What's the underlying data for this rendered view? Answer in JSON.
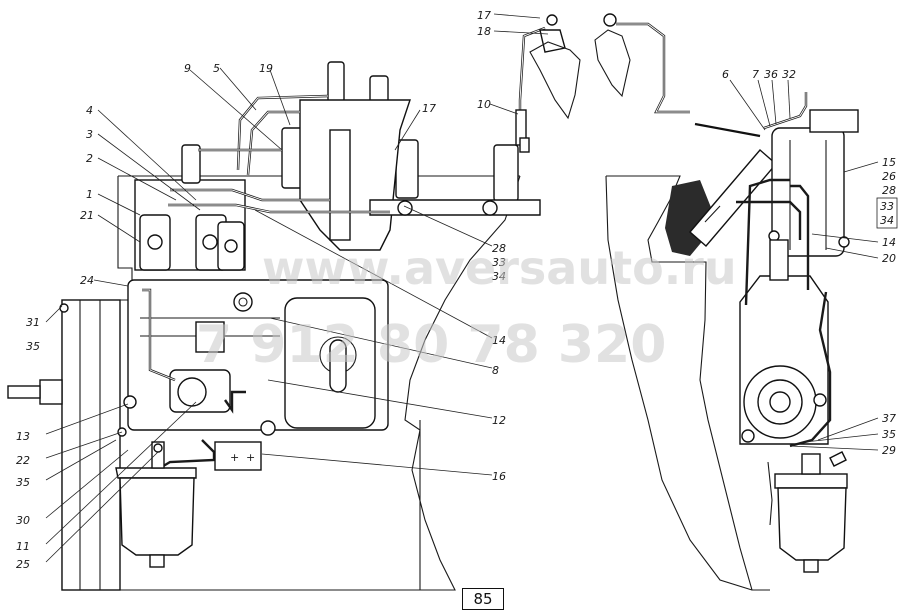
{
  "watermark": {
    "site": "www.aversauto.ru",
    "phone": "7 912 80 78 320"
  },
  "page_number": "85",
  "callouts": [
    {
      "id": "c17a",
      "text": "17"
    },
    {
      "id": "c18a",
      "text": "18"
    },
    {
      "id": "c10",
      "text": "10"
    },
    {
      "id": "c9",
      "text": "9"
    },
    {
      "id": "c5",
      "text": "5"
    },
    {
      "id": "c19",
      "text": "19"
    },
    {
      "id": "c4",
      "text": "4"
    },
    {
      "id": "c3",
      "text": "3"
    },
    {
      "id": "c2",
      "text": "2"
    },
    {
      "id": "c1",
      "text": "1"
    },
    {
      "id": "c21",
      "text": "21"
    },
    {
      "id": "c17b",
      "text": "17"
    },
    {
      "id": "c24",
      "text": "24"
    },
    {
      "id": "c31",
      "text": "31"
    },
    {
      "id": "c35a",
      "text": "35"
    },
    {
      "id": "c13",
      "text": "13"
    },
    {
      "id": "c22",
      "text": "22"
    },
    {
      "id": "c35b",
      "text": "35"
    },
    {
      "id": "c30",
      "text": "30"
    },
    {
      "id": "c11",
      "text": "11"
    },
    {
      "id": "c25",
      "text": "25"
    },
    {
      "id": "c28a",
      "text": "28"
    },
    {
      "id": "c33a",
      "text": "33"
    },
    {
      "id": "c34a",
      "text": "34"
    },
    {
      "id": "c14a",
      "text": "14"
    },
    {
      "id": "c8",
      "text": "8"
    },
    {
      "id": "c12",
      "text": "12"
    },
    {
      "id": "c16",
      "text": "16"
    },
    {
      "id": "c6",
      "text": "6"
    },
    {
      "id": "c7",
      "text": "7"
    },
    {
      "id": "c36",
      "text": "36"
    },
    {
      "id": "c32",
      "text": "32"
    },
    {
      "id": "c15",
      "text": "15"
    },
    {
      "id": "c26",
      "text": "26"
    },
    {
      "id": "c28b",
      "text": "28"
    },
    {
      "id": "c33b",
      "text": "33"
    },
    {
      "id": "c34b",
      "text": "34"
    },
    {
      "id": "c14b",
      "text": "14"
    },
    {
      "id": "c20",
      "text": "20"
    },
    {
      "id": "c37",
      "text": "37"
    },
    {
      "id": "c35c",
      "text": "35"
    },
    {
      "id": "c29",
      "text": "29"
    }
  ]
}
